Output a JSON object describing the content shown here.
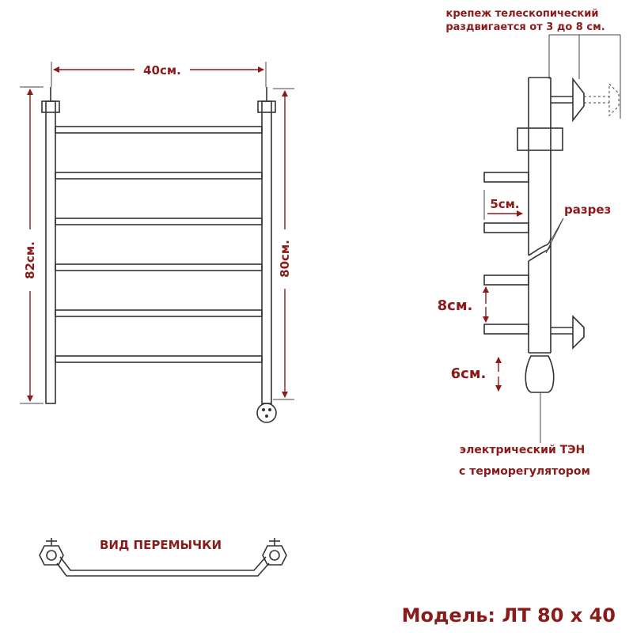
{
  "dims": {
    "width": "40см.",
    "height_total": "82см.",
    "height_inner": "80см.",
    "shelf_gap": "5см.",
    "bottom_gap": "8см.",
    "ten_len": "6см."
  },
  "labels": {
    "mount_line1": "крепеж телескопический",
    "mount_line2": "раздвигается от 3 до 8 см.",
    "section": "разрез",
    "heater_line1": "электрический  ТЭН",
    "heater_line2": "с терморегулятором",
    "bridge_view": "ВИД ПЕРЕМЫЧКИ"
  },
  "model": "Модель: ЛТ 80 х 40",
  "colors": {
    "accent": "#8b1a1a",
    "line": "#333333"
  }
}
